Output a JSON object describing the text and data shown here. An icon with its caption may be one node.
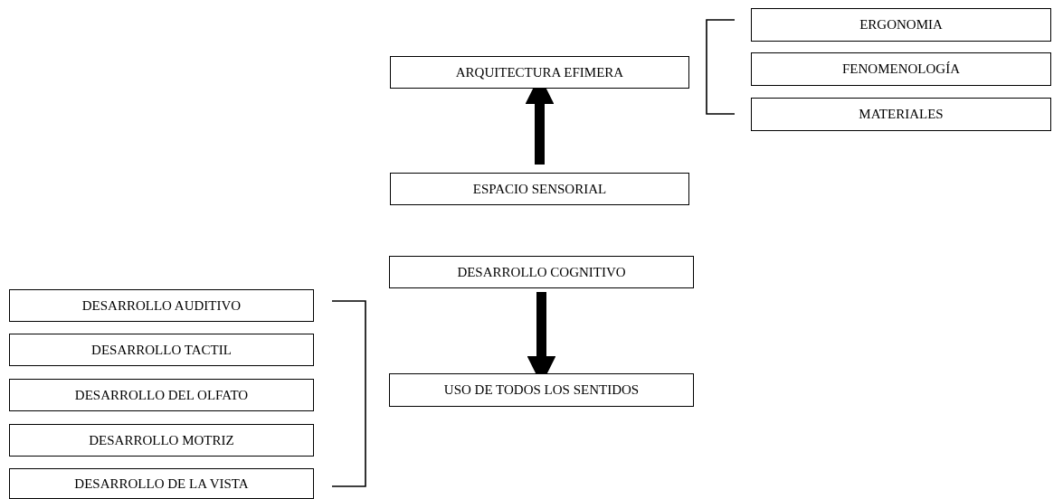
{
  "diagram": {
    "nodes": [
      {
        "text": [
          "ARQUITECTURA EFIMERA"
        ]
      },
      {
        "text": [
          "ERGONOMIA"
        ]
      },
      {
        "text": [
          "FENOMENOLOGÍA"
        ]
      },
      {
        "text": [
          "MATERIALES"
        ]
      },
      {
        "text": [
          "ESPACIO SENSORIAL"
        ]
      },
      {
        "text": [
          "DESARROLLO COGNITIVO"
        ]
      },
      {
        "text": [
          "USO DE TODOS LOS SENTIDOS"
        ]
      },
      {
        "text": [
          "DESARROLLO AUDITIVO"
        ]
      },
      {
        "text": [
          "DESARROLLO TACTIL"
        ]
      },
      {
        "text": [
          "DESARROLLO DEL OLFATO"
        ]
      },
      {
        "text": [
          "DESARROLLO MOTRIZ"
        ]
      },
      {
        "text": [
          "DESARROLLO DE LA VISTA"
        ]
      }
    ],
    "edges": [
      {
        "from": 4,
        "to": 0,
        "arrow": "to"
      },
      {
        "from": 5,
        "to": 6,
        "arrow": "to"
      }
    ]
  }
}
